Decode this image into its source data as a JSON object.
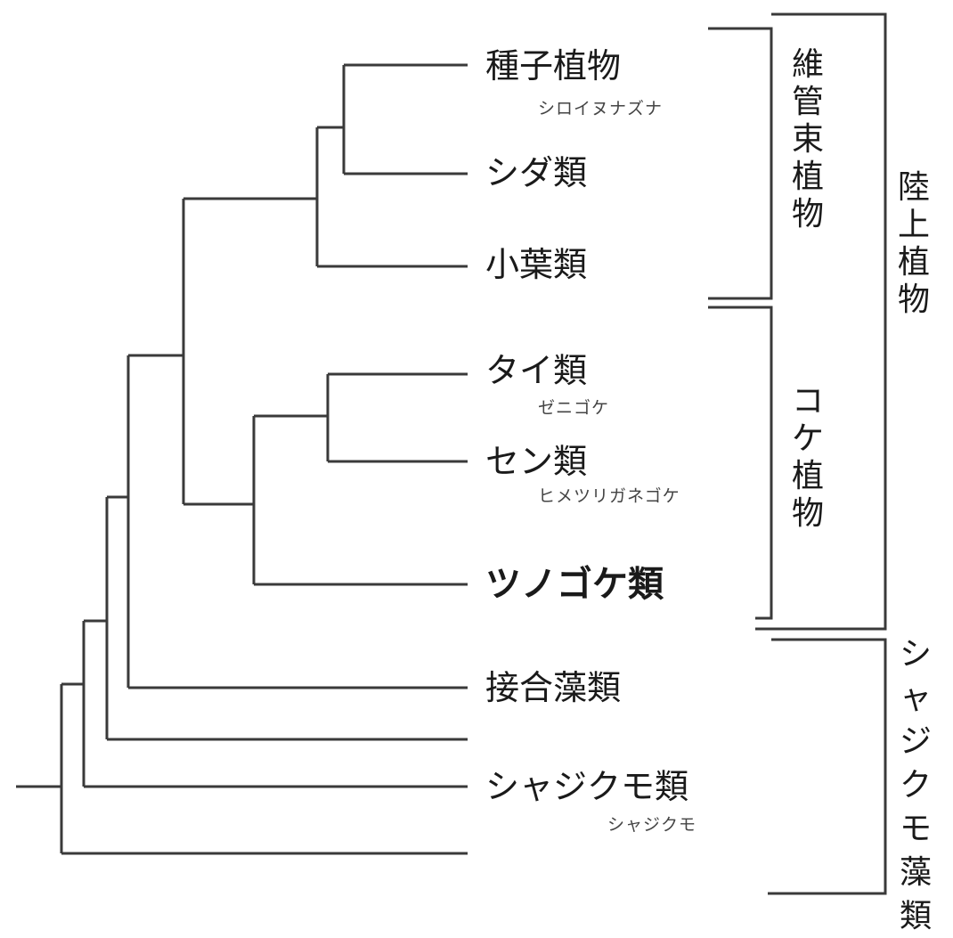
{
  "taxa": [
    {
      "id": "seed",
      "label": "種子植物",
      "example": "シロイヌナズナ",
      "bold": false
    },
    {
      "id": "fern",
      "label": "シダ類",
      "example": "",
      "bold": false
    },
    {
      "id": "lyco",
      "label": "小葉類",
      "example": "",
      "bold": false
    },
    {
      "id": "liver",
      "label": "タイ類",
      "example": "ゼニゴケ",
      "bold": false
    },
    {
      "id": "moss",
      "label": "セン類",
      "example": "ヒメツリガネゴケ",
      "bold": false
    },
    {
      "id": "horn",
      "label": "ツノゴケ類",
      "example": "",
      "bold": true
    },
    {
      "id": "zyg",
      "label": "接合藻類",
      "example": "",
      "bold": false
    },
    {
      "id": "unl",
      "label": "",
      "example": "",
      "bold": false
    },
    {
      "id": "chara",
      "label": "シャジクモ類",
      "example": "シャジクモ",
      "bold": false
    }
  ],
  "groups": {
    "vascular": "維管束植物",
    "bryophytes": "コケ植物",
    "land_plants": "陸上植物",
    "charophytes": "シャジクモ藻類"
  }
}
